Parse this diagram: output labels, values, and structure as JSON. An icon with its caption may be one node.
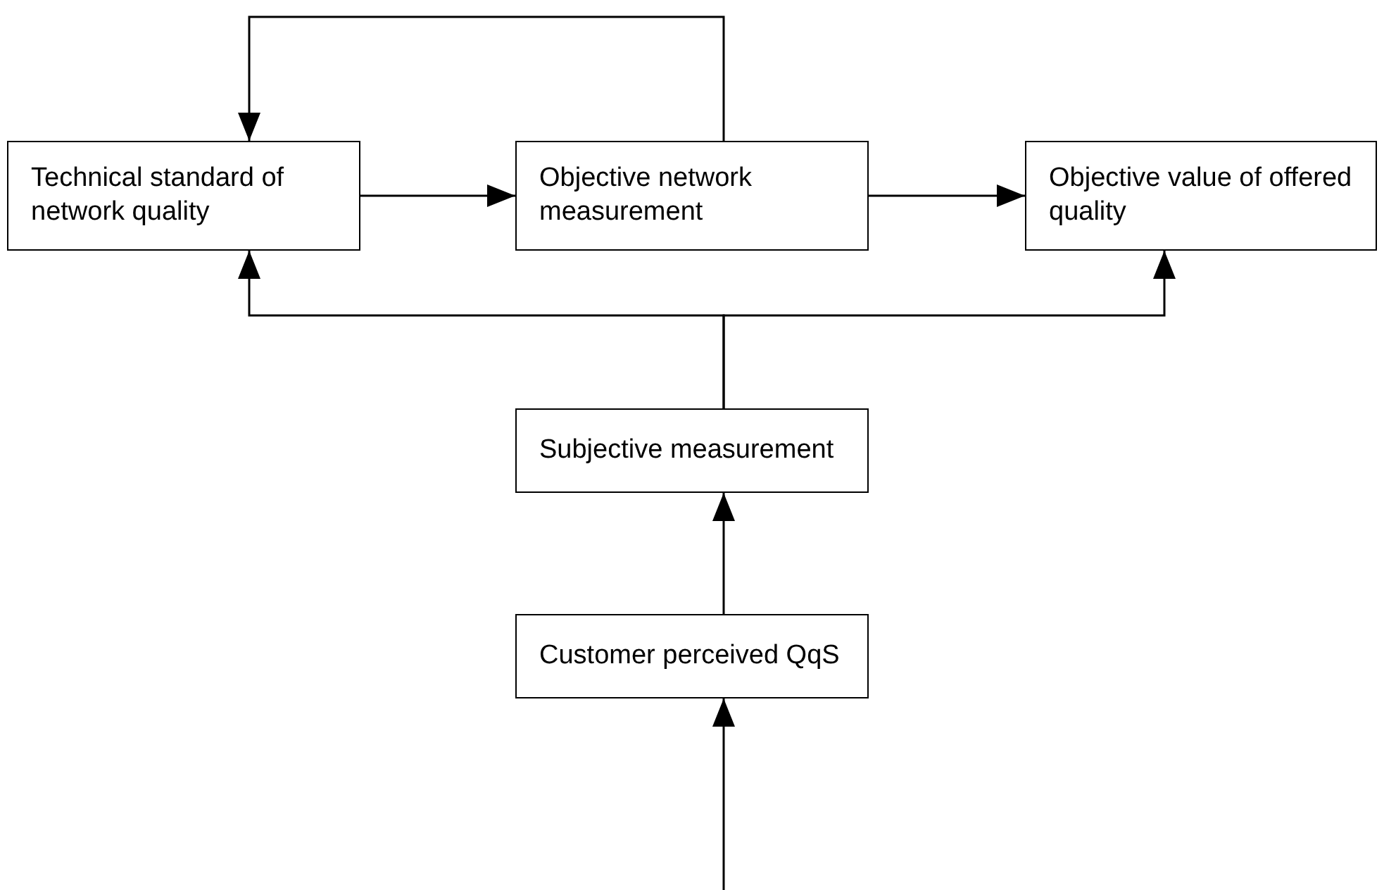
{
  "diagram": {
    "nodes": [
      {
        "text": [
          "Technical standard of network quality"
        ]
      },
      {
        "text": [
          "Objective network measurement"
        ]
      },
      {
        "text": [
          "Objective value of offered quality"
        ]
      },
      {
        "text": [
          "Subjective measurement"
        ]
      },
      {
        "text": [
          "Customer perceived QqS"
        ]
      }
    ],
    "edges": [
      {
        "from": 0,
        "to": 1,
        "arrow": "to"
      },
      {
        "from": 1,
        "to": 2,
        "arrow": "to"
      },
      {
        "from": 1,
        "to": 0,
        "arrow": "to"
      },
      {
        "from": 3,
        "to": 0,
        "arrow": "to"
      },
      {
        "from": 3,
        "to": 2,
        "arrow": "to"
      },
      {
        "from": 4,
        "to": 3,
        "arrow": "to"
      },
      {
        "from": null,
        "to": 4,
        "arrow": "to"
      }
    ]
  }
}
